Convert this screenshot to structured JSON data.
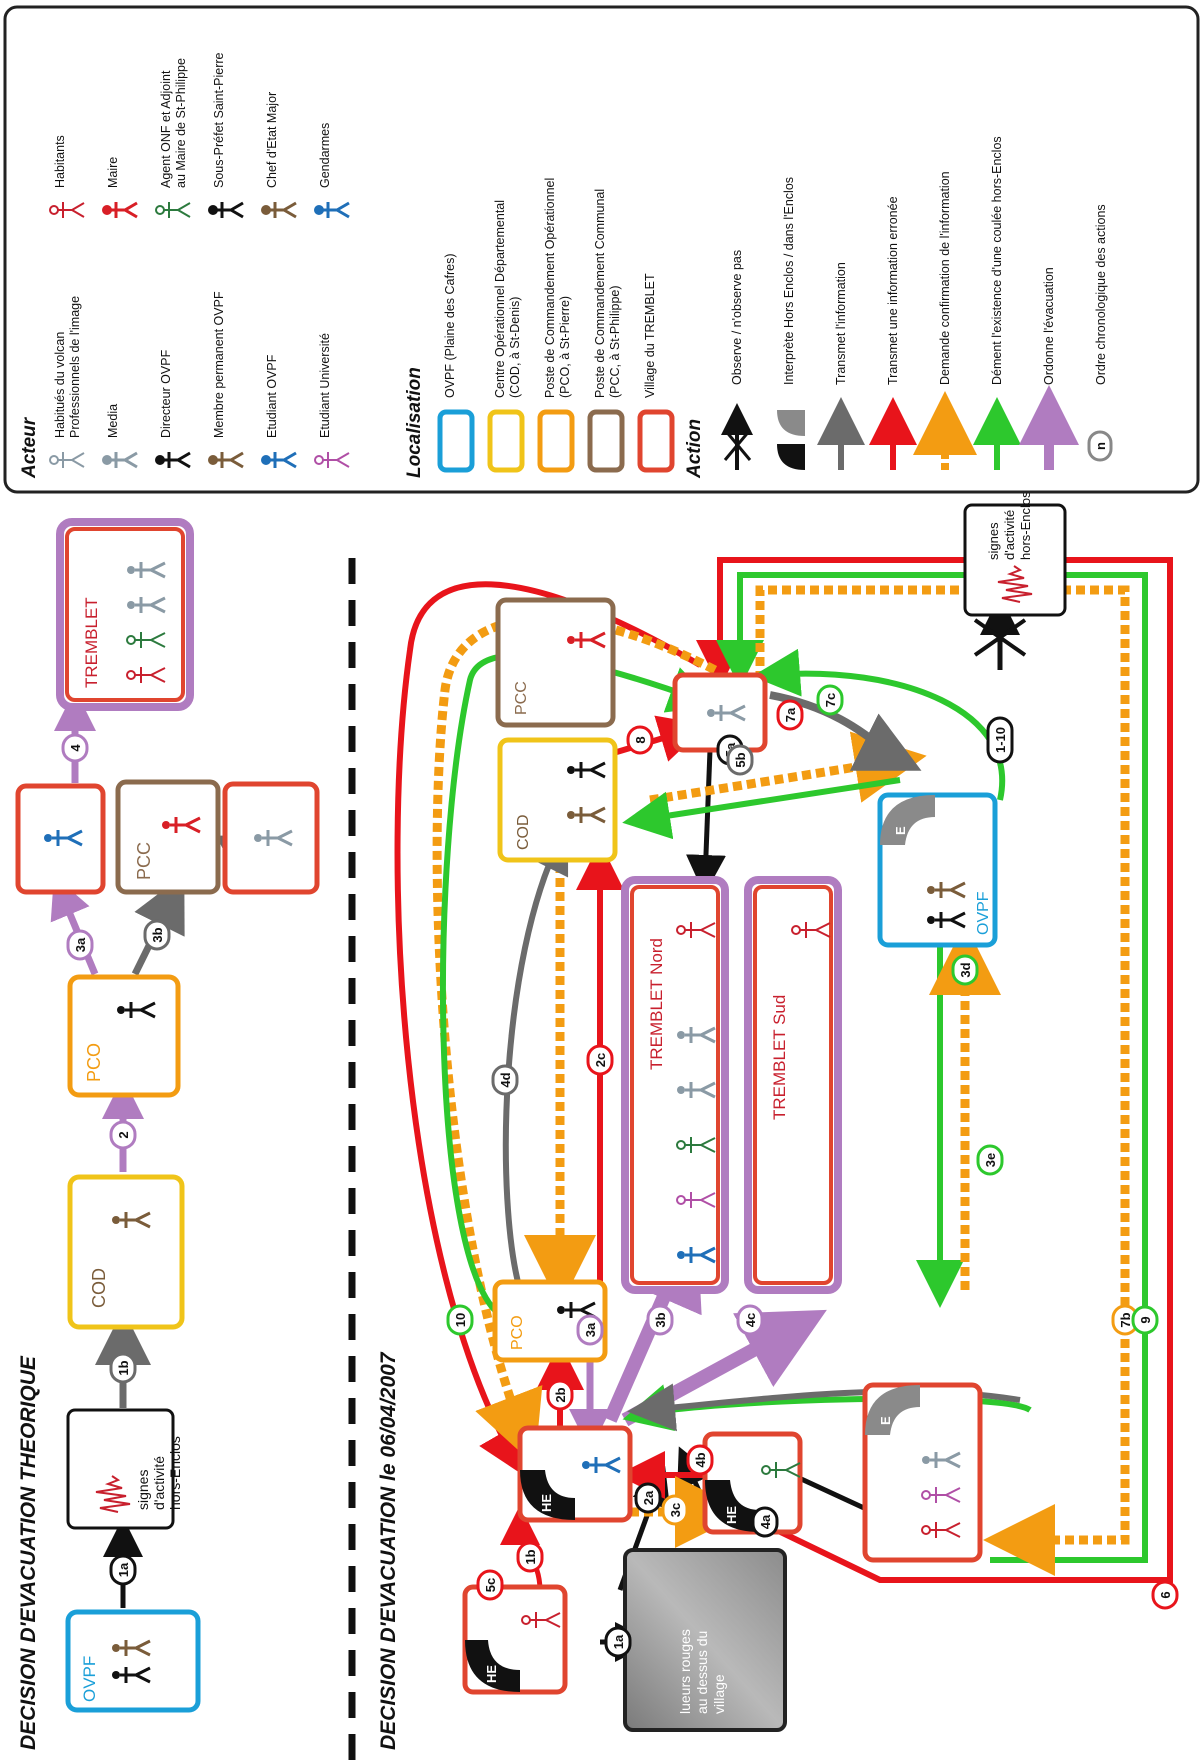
{
  "titles": {
    "theorique": "DECISION D'EVACUATION THEORIQUE",
    "reel": "DECISION D'EVACUATION le 06/04/2007"
  },
  "legend": {
    "acteur": {
      "heading": "Acteur",
      "items": [
        {
          "label": "Habitués du volcan",
          "label2": "Professionnels de l'image",
          "color": "#8a9aa5"
        },
        {
          "label": "Media",
          "color": "#8a9aa5"
        },
        {
          "label": "Directeur OVPF",
          "color": "#111111"
        },
        {
          "label": "Membre permanent OVPF",
          "color": "#7a5c3a"
        },
        {
          "label": "Etudiant OVPF",
          "color": "#1f6fb8"
        },
        {
          "label": "Etudiant Université",
          "color": "#b04fa6"
        },
        {
          "label": "Habitants",
          "color": "#c8202e"
        },
        {
          "label": "Maire",
          "color": "#d81f26"
        },
        {
          "label": "Agent ONF et Adjoint",
          "label2": "au Maire de St-Philippe",
          "color": "#2c7a3e"
        },
        {
          "label": "Sous-Préfet Saint-Pierre",
          "color": "#111111"
        },
        {
          "label": "Chef d'Etat Major",
          "color": "#7a5c3a"
        },
        {
          "label": "Gendarmes",
          "color": "#1f6fb8"
        }
      ]
    },
    "localisation": {
      "heading": "Localisation",
      "items": [
        {
          "label": "OVPF (Plaine des Cafres)",
          "color": "#1a9fd8"
        },
        {
          "label": "Centre Opérationnel Départemental",
          "label2": "(COD, à St-Denis)",
          "color": "#f0c419"
        },
        {
          "label": "Poste de Commandement Opérationnel",
          "label2": "(PCO, à St-Pierre)",
          "color": "#f39c12"
        },
        {
          "label": "Poste de Commandement Communal",
          "label2": "(PCC, à St-Philippe)",
          "color": "#8b6b4e"
        },
        {
          "label": "Village du TREMBLET",
          "color": "#e0452f"
        }
      ]
    },
    "action": {
      "heading": "Action",
      "items": [
        {
          "label": "Observe / n'observe pas"
        },
        {
          "label": "Interprète Hors Enclos / dans l'Enclos"
        },
        {
          "label": "Transmet l'information",
          "color": "#6b6b6b"
        },
        {
          "label": "Transmet une information erronée",
          "color": "#e8141b"
        },
        {
          "label": "Demande confirmation de l'information",
          "color": "#f39c12"
        },
        {
          "label": "Dément l'existence d'une coulée hors-Enclos",
          "color": "#2dc82d"
        },
        {
          "label": "Ordonne l'évacuation",
          "color": "#b07cc0"
        },
        {
          "label": "Ordre chronologique des actions",
          "badge": "n"
        }
      ]
    }
  },
  "theorique": {
    "boxes": {
      "ovpf": "OVPF",
      "signes": [
        "signes",
        "d'activité",
        "hors-Enclos"
      ],
      "cod": "COD",
      "pco": "PCO",
      "pcc": "PCC",
      "tremblet": "TREMBLET"
    },
    "steps": [
      "1a",
      "1b",
      "2",
      "3a",
      "3b",
      "4"
    ]
  },
  "reel": {
    "boxes": {
      "he": "HE",
      "e": "E",
      "pco": "PCO",
      "cod": "COD",
      "pcc": "PCC",
      "ovpf": "OVPF",
      "tremblet_nord": "TREMBLET Nord",
      "tremblet_sud": "TREMBLET Sud",
      "signes": [
        "signes",
        "d'activité",
        "hors-Enclos"
      ],
      "lueurs": [
        "lueurs rouges",
        "au dessus du",
        "village"
      ]
    },
    "steps": [
      "1a",
      "1b",
      "2a",
      "2b",
      "2c",
      "3a",
      "3b",
      "3c",
      "3d",
      "3e",
      "4a",
      "4b",
      "4c",
      "4d",
      "5a",
      "5b",
      "5c",
      "6",
      "7a",
      "7b",
      "7c",
      "8",
      "9",
      "10",
      "1-10"
    ]
  },
  "colors": {
    "transmit": "#6b6b6b",
    "erroneous": "#e8141b",
    "confirm": "#f39c12",
    "deny": "#2dc82d",
    "order": "#b07cc0",
    "village": "#e0452f",
    "ovpf": "#1a9fd8",
    "cod": "#f0c419",
    "pco": "#f39c12",
    "pcc": "#8b6b4e",
    "tremblet_outer": "#b07cc0"
  }
}
